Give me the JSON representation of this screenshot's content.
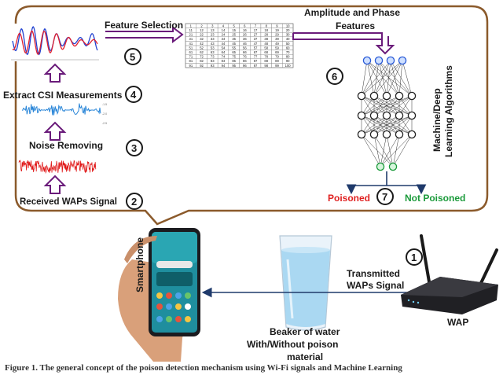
{
  "steps": {
    "s1": "1",
    "s2": "2",
    "s3": "3",
    "s4": "4",
    "s5": "5",
    "s6": "6",
    "s7": "7"
  },
  "labels": {
    "received": "Received WAPs Signal",
    "noise": "Noise Removing",
    "extract": "Extract CSI Measurements",
    "feature_selection": "Feature Selection",
    "amp_phase_1": "Amplitude and Phase",
    "amp_phase_2": "Features",
    "ml_1": "Machine/Deep",
    "ml_2": "Learning Algorithms",
    "poisoned": "Poisoned",
    "not_poisoned": "Not Poisoned",
    "smartphone": "Smartphone",
    "transmitted_1": "Transmitted",
    "transmitted_2": "WAPs Signal",
    "wap": "WAP",
    "beaker_1": "Beaker of water",
    "beaker_2": "With/Without poison",
    "beaker_3": "material"
  },
  "colors": {
    "frame": "#8B5A2B",
    "arrow": "#6A1B7A",
    "poisoned": "#E02020",
    "not_poisoned": "#1A9A3A",
    "signal_line": "#1F3A6B"
  },
  "table": {
    "rows": [
      [
        "1",
        "2",
        "3",
        "4",
        "5",
        "6",
        "7",
        "8",
        "9",
        "10"
      ],
      [
        "11",
        "12",
        "13",
        "14",
        "15",
        "16",
        "17",
        "18",
        "19",
        "20"
      ],
      [
        "21",
        "22",
        "23",
        "24",
        "25",
        "26",
        "27",
        "28",
        "29",
        "30"
      ],
      [
        "31",
        "32",
        "33",
        "34",
        "35",
        "36",
        "37",
        "38",
        "39",
        "40"
      ],
      [
        "41",
        "42",
        "43",
        "44",
        "45",
        "46",
        "47",
        "48",
        "49",
        "50"
      ],
      [
        "51",
        "52",
        "53",
        "54",
        "55",
        "56",
        "57",
        "58",
        "59",
        "60"
      ],
      [
        "61",
        "62",
        "63",
        "64",
        "65",
        "66",
        "67",
        "68",
        "69",
        "70"
      ],
      [
        "71",
        "72",
        "73",
        "74",
        "75",
        "76",
        "77",
        "78",
        "79",
        "80"
      ],
      [
        "81",
        "82",
        "83",
        "84",
        "85",
        "86",
        "87",
        "88",
        "89",
        "90"
      ],
      [
        "91",
        "92",
        "93",
        "94",
        "95",
        "96",
        "97",
        "98",
        "99",
        "100"
      ]
    ]
  },
  "caption": "Figure 1. The general concept of the poison detection mechanism using Wi-Fi signals and Machine Learning"
}
